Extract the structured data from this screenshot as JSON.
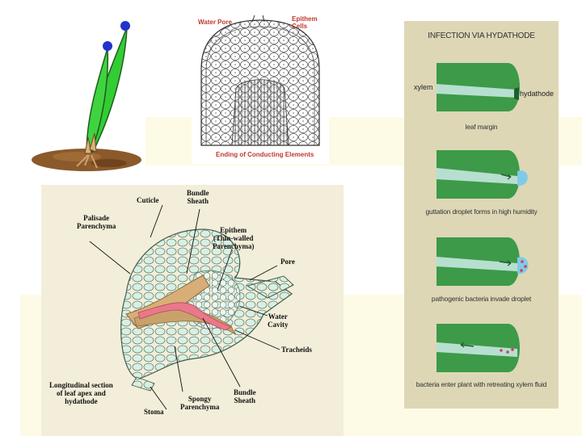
{
  "slide": {
    "colors": {
      "pale_band": "#fdfbe6",
      "leaf_green": "#3d9a48",
      "xylem": "#b7dfd0",
      "droplet": "#7fcbe6",
      "bacteria": "#d04060"
    }
  },
  "seedling": {
    "icons": [
      "seedling-icon"
    ]
  },
  "epithem_sketch": {
    "label_water_pore": "Water Pore",
    "label_epithem_cells": "Epithem\nCells",
    "label_conducting": "Ending of Conducting Elements"
  },
  "hydathode_panel": {
    "title": "INFECTION VIA HYDATHODE",
    "label_xylem": "xylem",
    "label_hydathode": "hydathode",
    "label_leaf_margin": "leaf margin",
    "caption_2": "guttation droplet forms in high humidity",
    "caption_3": "pathogenic bacteria invade droplet",
    "caption_4": "bacteria enter plant with retreating xylem fluid"
  },
  "section_diagram": {
    "label_cuticle": "Cuticle",
    "label_bundle_sheath_top": "Bundle\nSheath",
    "label_palisade": "Palisade\nParenchyma",
    "label_epithem": "Epithem\n(Thin-walled\nParenchyma)",
    "label_pore": "Pore",
    "label_water_cavity": "Water\nCavity",
    "label_tracheids": "Tracheids",
    "label_bundle_sheath_bottom": "Bundle\nSheath",
    "label_spongy": "Spongy\nParenchyma",
    "label_stoma": "Stoma",
    "label_caption": "Longitudinal section\nof leaf apex and\nhydathode"
  }
}
